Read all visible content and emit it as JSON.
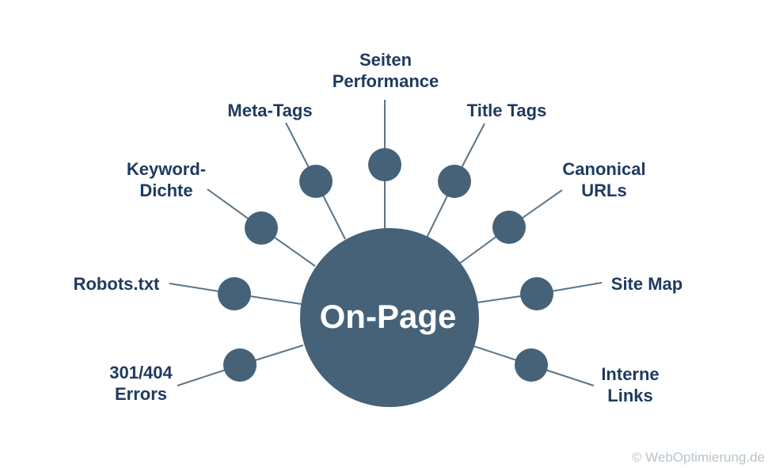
{
  "colors": {
    "node": "#466278",
    "line": "#5b7487",
    "label": "#1e3a5f",
    "hub_text": "#ffffff",
    "watermark": "#b9c4cc"
  },
  "hub": {
    "label": "On-Page"
  },
  "spokes": [
    {
      "id": "seiten-performance",
      "lines": [
        "Seiten",
        "Performance"
      ]
    },
    {
      "id": "title-tags",
      "lines": [
        "Title Tags"
      ]
    },
    {
      "id": "canonical-urls",
      "lines": [
        "Canonical",
        "URLs"
      ]
    },
    {
      "id": "site-map",
      "lines": [
        "Site Map"
      ]
    },
    {
      "id": "interne-links",
      "lines": [
        "Interne",
        "Links"
      ]
    },
    {
      "id": "301-404-errors",
      "lines": [
        "301/404",
        "Errors"
      ]
    },
    {
      "id": "robots-txt",
      "lines": [
        "Robots.txt"
      ]
    },
    {
      "id": "keyword-dichte",
      "lines": [
        "Keyword-",
        "Dichte"
      ]
    },
    {
      "id": "meta-tags",
      "lines": [
        "Meta-Tags"
      ]
    }
  ],
  "watermark": "© WebOptimierung.de"
}
